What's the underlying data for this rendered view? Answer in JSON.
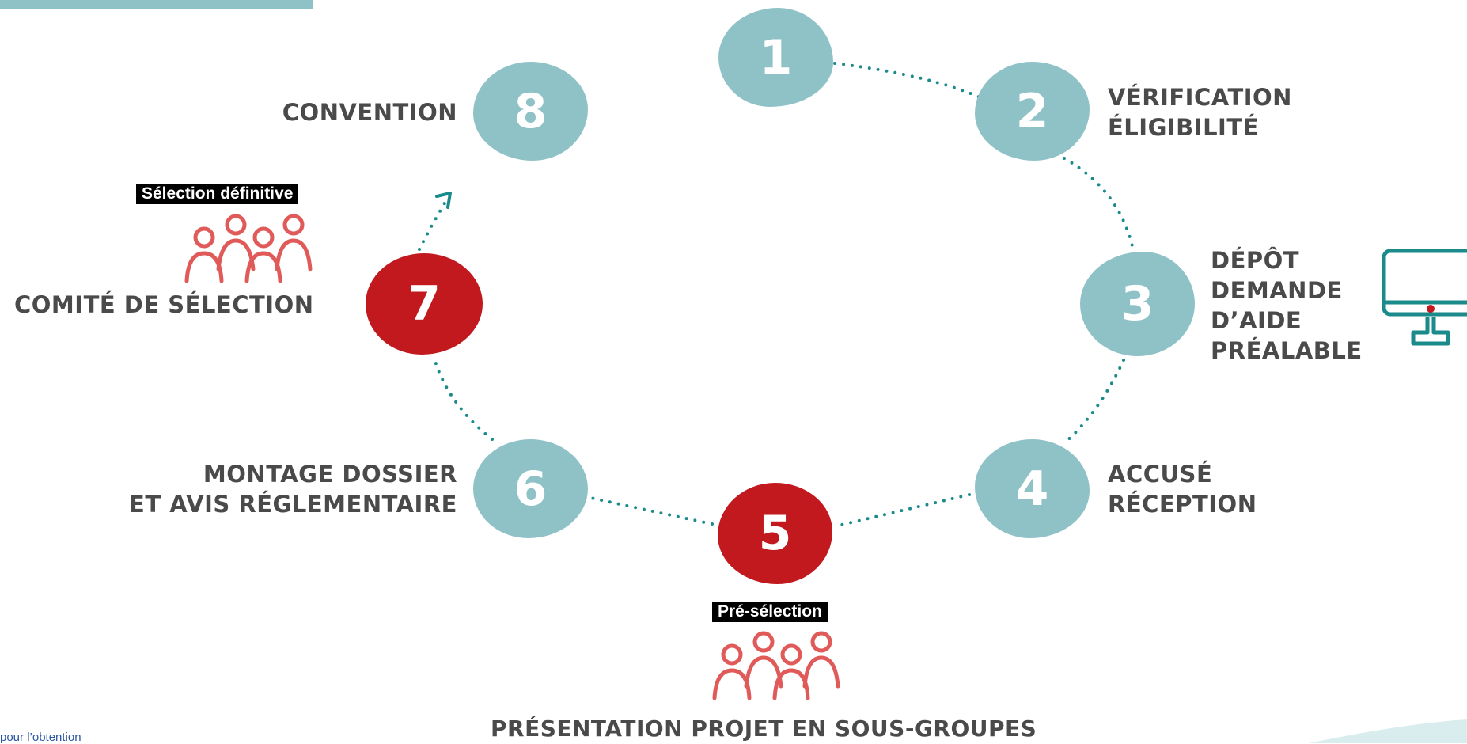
{
  "steps": [
    {
      "number": "1",
      "color": "teal"
    },
    {
      "number": "2",
      "color": "teal",
      "label_lines": [
        "vérification",
        "éligibilité"
      ]
    },
    {
      "number": "3",
      "color": "teal",
      "label_lines": [
        "dépôt",
        "demande",
        "d’aide",
        "préalable"
      ]
    },
    {
      "number": "4",
      "color": "teal",
      "label_lines": [
        "accusé",
        "réception"
      ]
    },
    {
      "number": "5",
      "color": "red",
      "tag": "Pré-sélection",
      "caption": "présentation projet en sous-groupes"
    },
    {
      "number": "6",
      "color": "teal",
      "label_lines": [
        "montage dossier",
        "et avis réglementaire"
      ]
    },
    {
      "number": "7",
      "color": "red",
      "tag": "Sélection définitive",
      "caption": "comité de sélection"
    },
    {
      "number": "8",
      "color": "teal",
      "label_lines": [
        "convention"
      ]
    }
  ],
  "footer_text": "pour l’obtention",
  "icons": {
    "people": "people-group-icon",
    "monitor": "monitor-icon",
    "arrow": "arrowhead-icon"
  },
  "colors": {
    "teal": "#8fc2c7",
    "red": "#c2191f",
    "dots": "#1a8a8a",
    "label_text": "#4a4a4a",
    "people_icon": "#e05a5a",
    "monitor": "#1a8a8a"
  }
}
